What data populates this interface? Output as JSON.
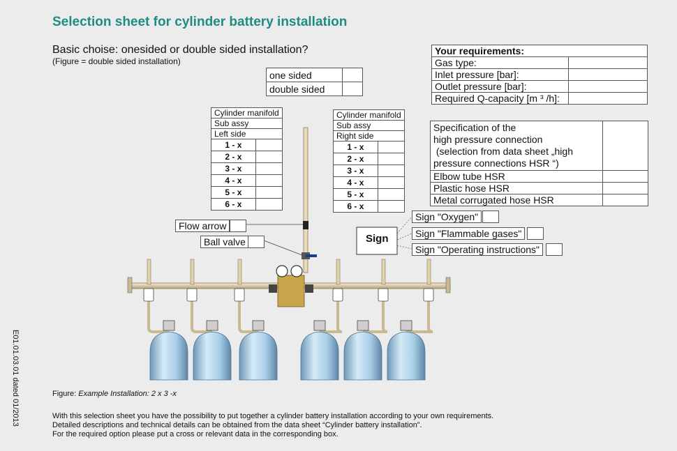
{
  "title": "Selection sheet for cylinder battery installation",
  "basic_choice": {
    "question": "Basic choise: onesided or double sided installation?",
    "note": "(Figure = double sided installation)",
    "options": [
      "one sided",
      "double sided"
    ]
  },
  "requirements": {
    "header": "Your requirements:",
    "rows": [
      "Gas type:",
      "Inlet pressure [bar]:",
      "Outlet pressure [bar]:",
      "Required Q-capacity [m ³ /h]:"
    ]
  },
  "manifold_left": {
    "headers": [
      "Cylinder manifold",
      "Sub assy",
      "Left side"
    ],
    "rows": [
      "1 - x",
      "2 - x",
      "3 - x",
      "4 - x",
      "5 - x",
      "6 - x"
    ]
  },
  "manifold_right": {
    "headers": [
      "Cylinder manifold",
      "Sub assy",
      "Right side"
    ],
    "rows": [
      "1 - x",
      "2 - x",
      "3 - x",
      "4 - x",
      "5 - x",
      "6 - x"
    ]
  },
  "hp_connection": {
    "spec_lines": [
      "Specification of the",
      "high pressure connection",
      " (selection from data sheet „high",
      "pressure connections HSR “)"
    ],
    "rows": [
      "Elbow tube HSR",
      "Plastic hose HSR",
      "Metal corrugated hose HSR"
    ]
  },
  "callouts": {
    "flow_arrow": "Flow arrow",
    "ball_valve": "Ball valve",
    "sign": "Sign",
    "sign_oxygen": "Sign \"Oxygen\"",
    "sign_flammable": "Sign \"Flammable gases\"",
    "sign_operating": "Sign \"Operating instructions\""
  },
  "figure_caption": {
    "prefix": "Figure: ",
    "text": "Example Installation: 2 x 3 -x"
  },
  "description": [
    "With this selection sheet you have the possibility to put together a cylinder battery installation according to your own requirements.",
    "Detailed descriptions and technical details can be obtained from the data sheet “Cylinder battery installation”.",
    "For the required option please put a cross or relevant data in the corresponding box."
  ],
  "side_code": "E01.01.03.01 dated 01/2013",
  "colors": {
    "title": "#1f8c84",
    "cylinder": "#a9cde6",
    "pipe": "#d9c9a3",
    "regulator": "#c9a64b"
  }
}
